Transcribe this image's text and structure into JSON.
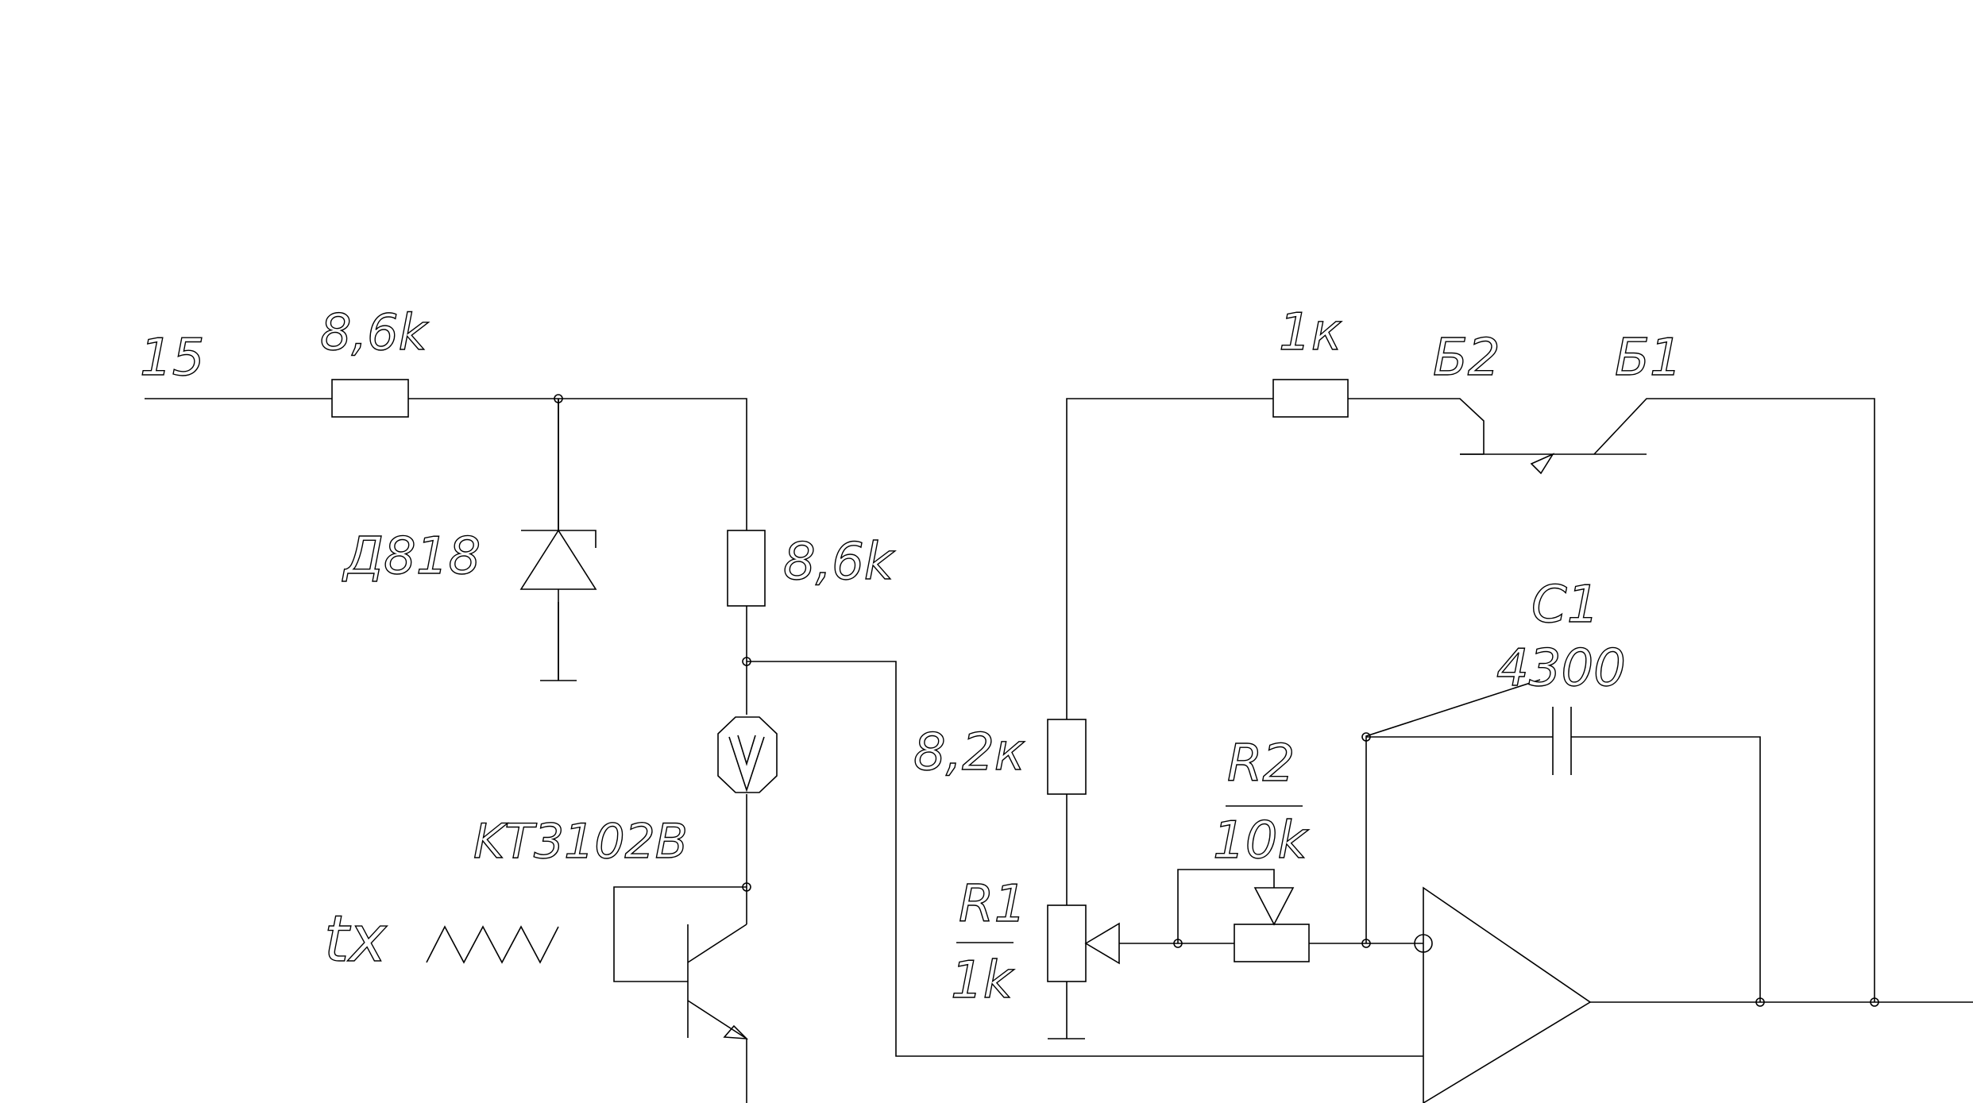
{
  "labels": {
    "v_in": "15",
    "r_in": "8,6k",
    "zener": "Д818",
    "r_collector": "8,6k",
    "transistor": "KT3102B",
    "tx": "tx",
    "r_top": "1к",
    "b2": "Б2",
    "b1": "Б1",
    "c1_name": "C1",
    "c1_value": "4300",
    "r_82": "8,2к",
    "r2_name": "R2",
    "r2_value": "10k",
    "r1_name": "R1",
    "r1_value": "1k"
  },
  "colors": {
    "line": "#000000",
    "background": "#ffffff"
  },
  "icons": [
    "resistor-icon",
    "zener-diode-icon",
    "ground-icon",
    "npn-transistor-icon",
    "sensor-icon",
    "unijunction-transistor-icon",
    "capacitor-icon",
    "potentiometer-icon",
    "op-amp-icon",
    "thermistor-icon"
  ]
}
